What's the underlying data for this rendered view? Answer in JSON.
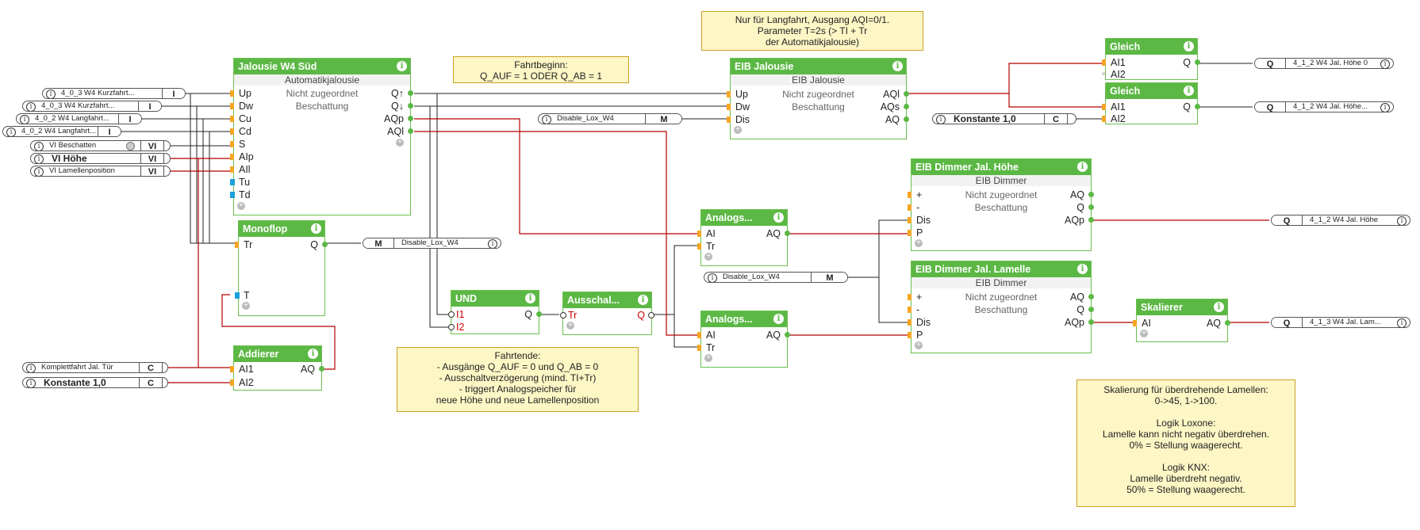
{
  "notes": {
    "fahrtbeginn": [
      "Fahrtbeginn:",
      "Q_AUF = 1 ODER Q_AB = 1"
    ],
    "langfahrt": [
      "Nur für Langfahrt, Ausgang AQI=0/1.",
      "Parameter T=2s (> TI + Tr",
      "der Automatikjalousie)"
    ],
    "fahrtende": [
      "Fahrtende:",
      "- Ausgänge Q_AUF = 0 und Q_AB = 0",
      "- Ausschaltverzögerung (mind. TI+Tr)",
      "- triggert Analogspeicher für",
      "neue Höhe und neue Lamellenposition"
    ],
    "skalierung": [
      "Skalierung für überdrehende Lamellen:",
      "0->45, 1->100.",
      "",
      "Logik Loxone:",
      "Lamelle kann nicht negativ überdrehen.",
      "0% = Stellung waagerecht.",
      "",
      "Logik KNX:",
      "Lamelle überdreht negativ.",
      "50% = Stellung waagerecht."
    ]
  },
  "inputs": [
    {
      "name": "4_0_3  W4  Kurzfahrt...",
      "type": "I"
    },
    {
      "name": "4_0_3  W4  Kurzfahrt...",
      "type": "I"
    },
    {
      "name": "4_0_2  W4  Langfahrt...",
      "type": "I"
    },
    {
      "name": "4_0_2  W4  Langfahrt...",
      "type": "I"
    },
    {
      "name": "VI Beschatten",
      "type": "VI"
    },
    {
      "name": "VI Höhe",
      "type": "VI"
    },
    {
      "name": "VI Lamellenposition",
      "type": "VI"
    },
    {
      "name": "Komplettfahrt Jal. Tür",
      "type": "C"
    },
    {
      "name": "Konstante 1,0",
      "type": "C"
    },
    {
      "name": "Disable_Lox_W4",
      "type": "M"
    },
    {
      "name": "Disable_Lox_W4",
      "type": "M"
    },
    {
      "name": "Konstante 1,0",
      "type": "C"
    }
  ],
  "outputs": [
    {
      "type": "M",
      "name": "Disable_Lox_W4"
    },
    {
      "type": "Q",
      "name": "4_1_2 W4 Jal. Höhe 0"
    },
    {
      "type": "Q",
      "name": "4_1_2  W4  Jal. Höhe..."
    },
    {
      "type": "Q",
      "name": "4_1_2 W4 Jal. Höhe"
    },
    {
      "type": "Q",
      "name": "4_1_3  W4  Jal. Lam..."
    }
  ],
  "blocks": {
    "jalousie": {
      "title": "Jalousie W4 Süd",
      "sub": "Automatikjalousie",
      "mid1": "Nicht zugeordnet",
      "mid2": "Beschattung",
      "inputs": [
        "Up",
        "Dw",
        "Cu",
        "Cd",
        "S",
        "AIp",
        "AIl",
        "Tu",
        "Td"
      ],
      "outputs": [
        "Q↑",
        "Q↓",
        "AQp",
        "AQl"
      ]
    },
    "monoflop": {
      "title": "Monoflop",
      "inputs": [
        "Tr",
        "T"
      ],
      "outputs": [
        "Q"
      ]
    },
    "addierer": {
      "title": "Addierer",
      "inputs": [
        "AI1",
        "AI2"
      ],
      "outputs": [
        "AQ"
      ]
    },
    "und": {
      "title": "UND",
      "inputs": [
        "I1",
        "I2"
      ],
      "outputs": [
        "Q"
      ]
    },
    "ausschalt": {
      "title": "Ausschal...",
      "inputs": [
        "Tr"
      ],
      "outputs": [
        "Q"
      ]
    },
    "analog1": {
      "title": "Analogs...",
      "inputs": [
        "AI",
        "Tr"
      ],
      "outputs": [
        "AQ"
      ]
    },
    "analog2": {
      "title": "Analogs...",
      "inputs": [
        "AI",
        "Tr"
      ],
      "outputs": [
        "AQ"
      ]
    },
    "eibjal": {
      "title": "EIB Jalousie",
      "sub": "EIB Jalousie",
      "mid1": "Nicht zugeordnet",
      "mid2": "Beschattung",
      "inputs": [
        "Up",
        "Dw",
        "Dis"
      ],
      "outputs": [
        "AQl",
        "AQs",
        "AQ"
      ]
    },
    "gleich1": {
      "title": "Gleich",
      "inputs": [
        "AI1",
        "AI2"
      ],
      "outputs": [
        "Q"
      ]
    },
    "gleich2": {
      "title": "Gleich",
      "inputs": [
        "AI1",
        "AI2"
      ],
      "outputs": [
        "Q"
      ]
    },
    "dimhoehe": {
      "title": "EIB Dimmer Jal. Höhe",
      "sub": "EIB Dimmer",
      "mid1": "Nicht zugeordnet",
      "mid2": "Beschattung",
      "inputs": [
        "+",
        "-",
        "Dis",
        "P"
      ],
      "outputs": [
        "AQ",
        "Q",
        "AQp"
      ]
    },
    "dimlam": {
      "title": "EIB Dimmer Jal. Lamelle",
      "sub": "EIB Dimmer",
      "mid1": "Nicht zugeordnet",
      "mid2": "Beschattung",
      "inputs": [
        "+",
        "-",
        "Dis",
        "P"
      ],
      "outputs": [
        "AQ",
        "Q",
        "AQp"
      ]
    },
    "skalierer": {
      "title": "Skalierer",
      "inputs": [
        "AI"
      ],
      "outputs": [
        "AQ"
      ]
    }
  },
  "colors": {
    "block_header": "#5cb845",
    "input_pin": "#f5a623",
    "timer_pin": "#1aa0dd",
    "wire_black": "#222222",
    "wire_red": "#b30000",
    "note_bg": "#fdf6c5"
  }
}
